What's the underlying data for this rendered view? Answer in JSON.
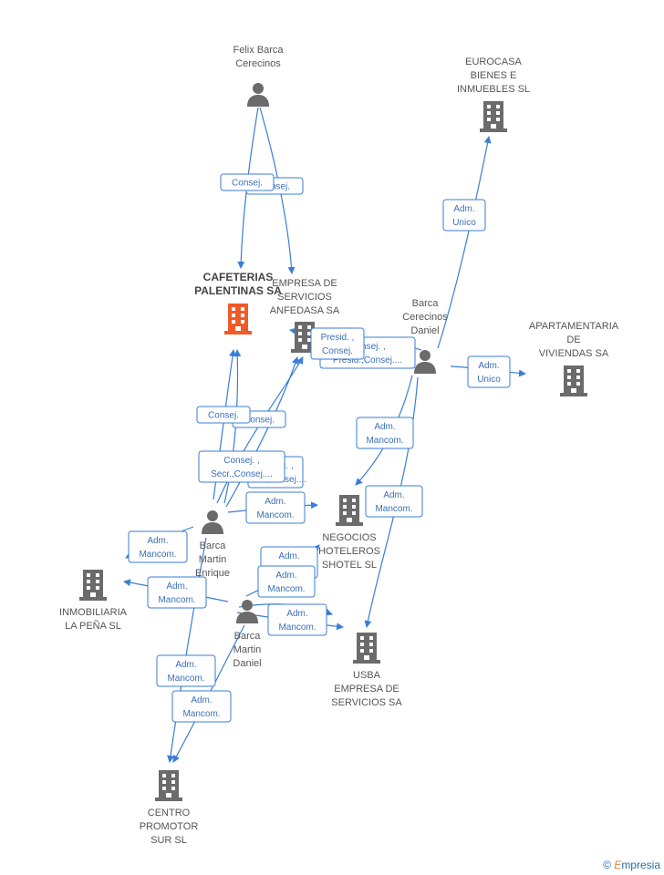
{
  "accent_color": "#3a7ed6",
  "main_company_color": "#f05a28",
  "node_color": "#6b6b6b",
  "persons": [
    {
      "id": "felix",
      "lines": [
        "Felix Barca",
        "Cerecinos"
      ],
      "icon": "person-icon"
    },
    {
      "id": "daniel",
      "lines": [
        "Barca",
        "Cerecinos",
        "Daniel"
      ],
      "icon": "person-icon"
    },
    {
      "id": "enrique",
      "lines": [
        "Barca",
        "Martin",
        "Enrique"
      ],
      "icon": "person-icon"
    },
    {
      "id": "bmdaniel",
      "lines": [
        "Barca",
        "Martin",
        "Daniel"
      ],
      "icon": "person-icon"
    }
  ],
  "companies": [
    {
      "id": "cafeterias",
      "lines": [
        "CAFETERIAS",
        "PALENTINAS SA"
      ],
      "main": true,
      "icon": "building-icon"
    },
    {
      "id": "anfedasa",
      "lines": [
        "EMPRESA DE",
        "SERVICIOS",
        "ANFEDASA SA"
      ],
      "icon": "building-icon"
    },
    {
      "id": "eurocasa",
      "lines": [
        "EUROCASA",
        "BIENES E",
        "INMUEBLES SL"
      ],
      "icon": "building-icon"
    },
    {
      "id": "apartamentaria",
      "lines": [
        "APARTAMENTARIA",
        "DE",
        "VIVIENDAS SA"
      ],
      "icon": "building-icon"
    },
    {
      "id": "negocios",
      "lines": [
        "NEGOCIOS",
        "HOTELEROS",
        "SHOTEL SL"
      ],
      "icon": "building-icon"
    },
    {
      "id": "inmobiliaria",
      "lines": [
        "INMOBILIARIA",
        "LA PEÑA SL"
      ],
      "icon": "building-icon"
    },
    {
      "id": "usba",
      "lines": [
        "USBA",
        "EMPRESA DE",
        "SERVICIOS SA"
      ],
      "icon": "building-icon"
    },
    {
      "id": "centro",
      "lines": [
        "CENTRO",
        "PROMOTOR",
        "SUR SL"
      ],
      "icon": "building-icon"
    }
  ],
  "edge_labels": [
    {
      "id": "felix-anfe",
      "lines": [
        "Consej."
      ]
    },
    {
      "id": "felix-caf",
      "lines": [
        "Consej."
      ]
    },
    {
      "id": "dan-euro",
      "lines": [
        "Adm.",
        "Unico"
      ]
    },
    {
      "id": "dan-apart",
      "lines": [
        "Adm.",
        "Unico"
      ]
    },
    {
      "id": "dan-anfe-b",
      "lines": [
        "Consej. ,",
        "Presid.,Consej...."
      ]
    },
    {
      "id": "dan-anfe-a",
      "lines": [
        "Presid. ,",
        "Consej."
      ]
    },
    {
      "id": "dan-neg",
      "lines": [
        "Adm.",
        "Mancom."
      ]
    },
    {
      "id": "dan-usba",
      "lines": [
        "Adm.",
        "Mancom."
      ]
    },
    {
      "id": "enr-caf-2",
      "lines": [
        "Consej."
      ]
    },
    {
      "id": "enr-caf-1",
      "lines": [
        "Consej."
      ]
    },
    {
      "id": "enr-anfe-2",
      "lines": [
        "Consej. ,",
        "Secr.,Consej...."
      ]
    },
    {
      "id": "enr-anfe-1",
      "lines": [
        "Consej. ,",
        "Secr.,Consej...."
      ]
    },
    {
      "id": "enr-neg",
      "lines": [
        "Adm.",
        "Mancom."
      ]
    },
    {
      "id": "enr-inmo",
      "lines": [
        "Adm.",
        "Mancom."
      ]
    },
    {
      "id": "bmd-usba-a",
      "lines": [
        "Adm.",
        "Mancom."
      ]
    },
    {
      "id": "bmd-usba-b",
      "lines": [
        "Adm.",
        "Mancom."
      ]
    },
    {
      "id": "bmd-inmo",
      "lines": [
        "Adm.",
        "Mancom."
      ]
    },
    {
      "id": "bmd-neg",
      "lines": [
        "Adm.",
        "Mancom."
      ]
    },
    {
      "id": "enr-centro",
      "lines": [
        "Adm.",
        "Mancom."
      ]
    },
    {
      "id": "bmd-centro",
      "lines": [
        "Adm.",
        "Mancom."
      ]
    }
  ],
  "footer": {
    "copyright": "©",
    "brand_first": "E",
    "brand_rest": "mpresia"
  }
}
